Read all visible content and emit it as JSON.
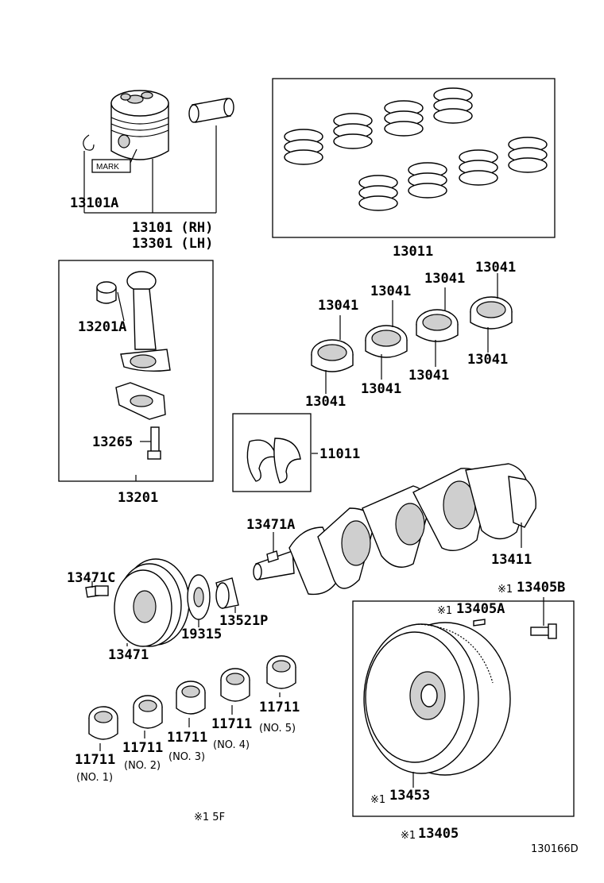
{
  "labels": {
    "piston_clip": "13101A",
    "piston_rh": "13101 (RH)",
    "piston_lh": "13301 (LH)",
    "mark": "MARK",
    "ring_set": "13011",
    "rod_bushing": "13201A",
    "rod_bolt": "13265",
    "conn_rod": "13201",
    "rod_bearing": "13041",
    "thrust_washer": "11011",
    "crank_key": "13471A",
    "crankshaft": "13411",
    "pulley_bolt": "13471C",
    "pulley": "13471",
    "timing_gear": "19315",
    "pilot_bearing": "13521P",
    "flywheel_bolt": "13405B",
    "flywheel_pin": "13405A",
    "ring_gear": "13453",
    "flywheel": "13405",
    "main_bearing": "11711",
    "no1": "(NO. 1)",
    "no2": "(NO. 2)",
    "no3": "(NO. 3)",
    "no4": "(NO. 4)",
    "no5": "(NO. 5)",
    "note_marker": "※1",
    "footnote": "※1  5F",
    "figure_code": "130166D"
  }
}
